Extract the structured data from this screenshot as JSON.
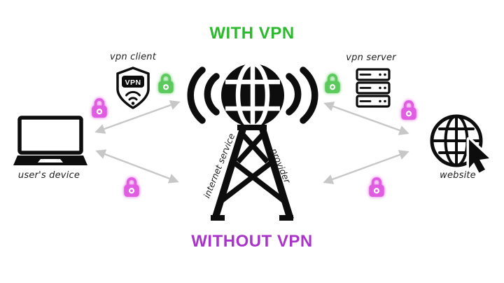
{
  "diagram": {
    "title_top": "WITH VPN",
    "title_bottom": "WITHOUT VPN",
    "nodes": {
      "user_device": {
        "label": "user's device",
        "icon": "laptop-icon"
      },
      "vpn_client": {
        "label": "vpn client",
        "badge": "VPN",
        "icon": "vpn-shield-icon"
      },
      "isp": {
        "label_left": "internet service",
        "label_right": "provider",
        "icon": "broadcast-tower-globe-icon"
      },
      "vpn_server": {
        "label": "vpn server",
        "icon": "server-rack-icon"
      },
      "website": {
        "label": "website",
        "icon": "globe-cursor-icon"
      }
    },
    "locks": {
      "secure_icon": "green-padlock-icon",
      "insecure_icon": "magenta-padlock-icon",
      "secure_count": 2,
      "insecure_count": 4
    },
    "colors": {
      "green": "#2db92d",
      "magenta": "#a934ca",
      "lock_green": "#5cc95c",
      "lock_magenta": "#e05ce0",
      "arrow": "#c7c7c7",
      "icon": "#0d0d0d",
      "label": "#212121",
      "bg": "#ffffff"
    }
  }
}
